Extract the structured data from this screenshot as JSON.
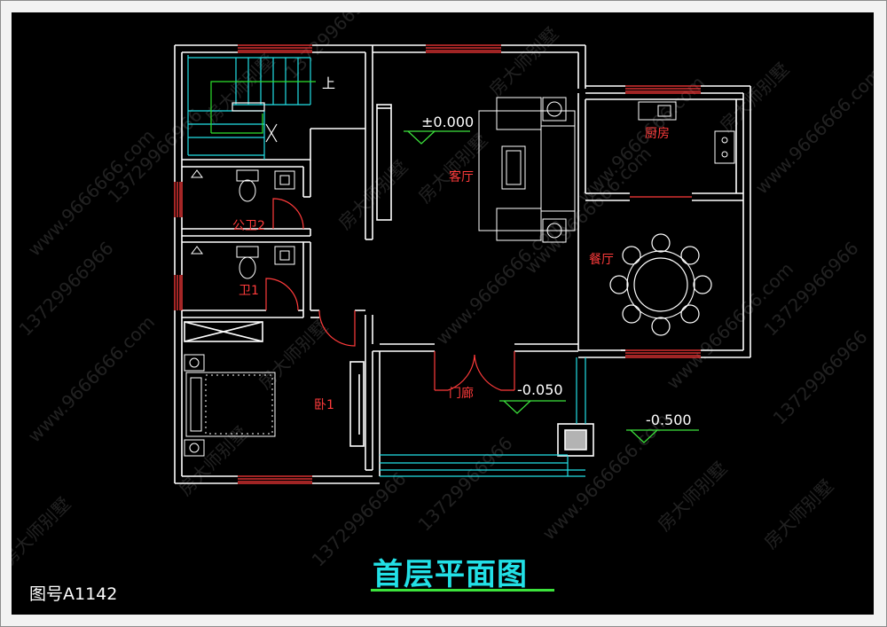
{
  "drawing": {
    "title": "首层平面图",
    "drawing_number": "图号A1142",
    "colors": {
      "background": "#000000",
      "wall": "#ffffff",
      "window": "#ff3b3b",
      "stair": "#22e0e6",
      "stair_rail": "#2ce02c",
      "label": "#ff3b3b",
      "title": "#22e0e6"
    }
  },
  "rooms": {
    "stair_up": "上",
    "living_room": "客厅",
    "kitchen": "厨房",
    "dining_room": "餐厅",
    "public_bath": "公卫2",
    "bath1": "卫1",
    "bedroom1": "卧1",
    "entrance": "门廊"
  },
  "levels": {
    "main": "±0.000",
    "porch": "-0.050",
    "outside": "-0.500"
  },
  "watermarks": {
    "company": "房大师别墅",
    "phone": "13729966966",
    "site": "www.9666666.com"
  }
}
